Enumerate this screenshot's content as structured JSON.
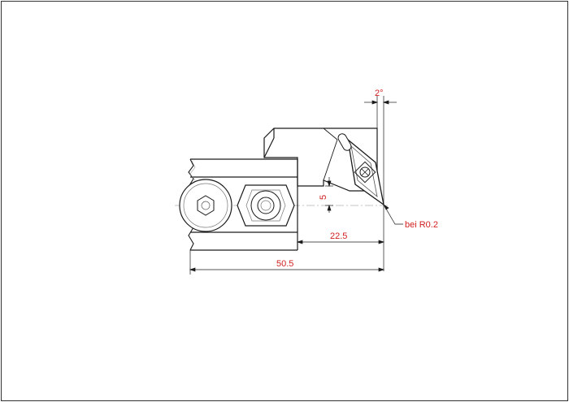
{
  "drawing": {
    "dimensions": {
      "angle": "2°",
      "vertical_offset": "5",
      "inner_length": "22.5",
      "overall_length": "50.5",
      "corner_radius_note": "bei R0.2"
    },
    "colors": {
      "outline": "#1a1a1a",
      "dimension_text": "#d22020",
      "centerline": "#7a7a7a",
      "shading": "#b0b0b0"
    }
  }
}
